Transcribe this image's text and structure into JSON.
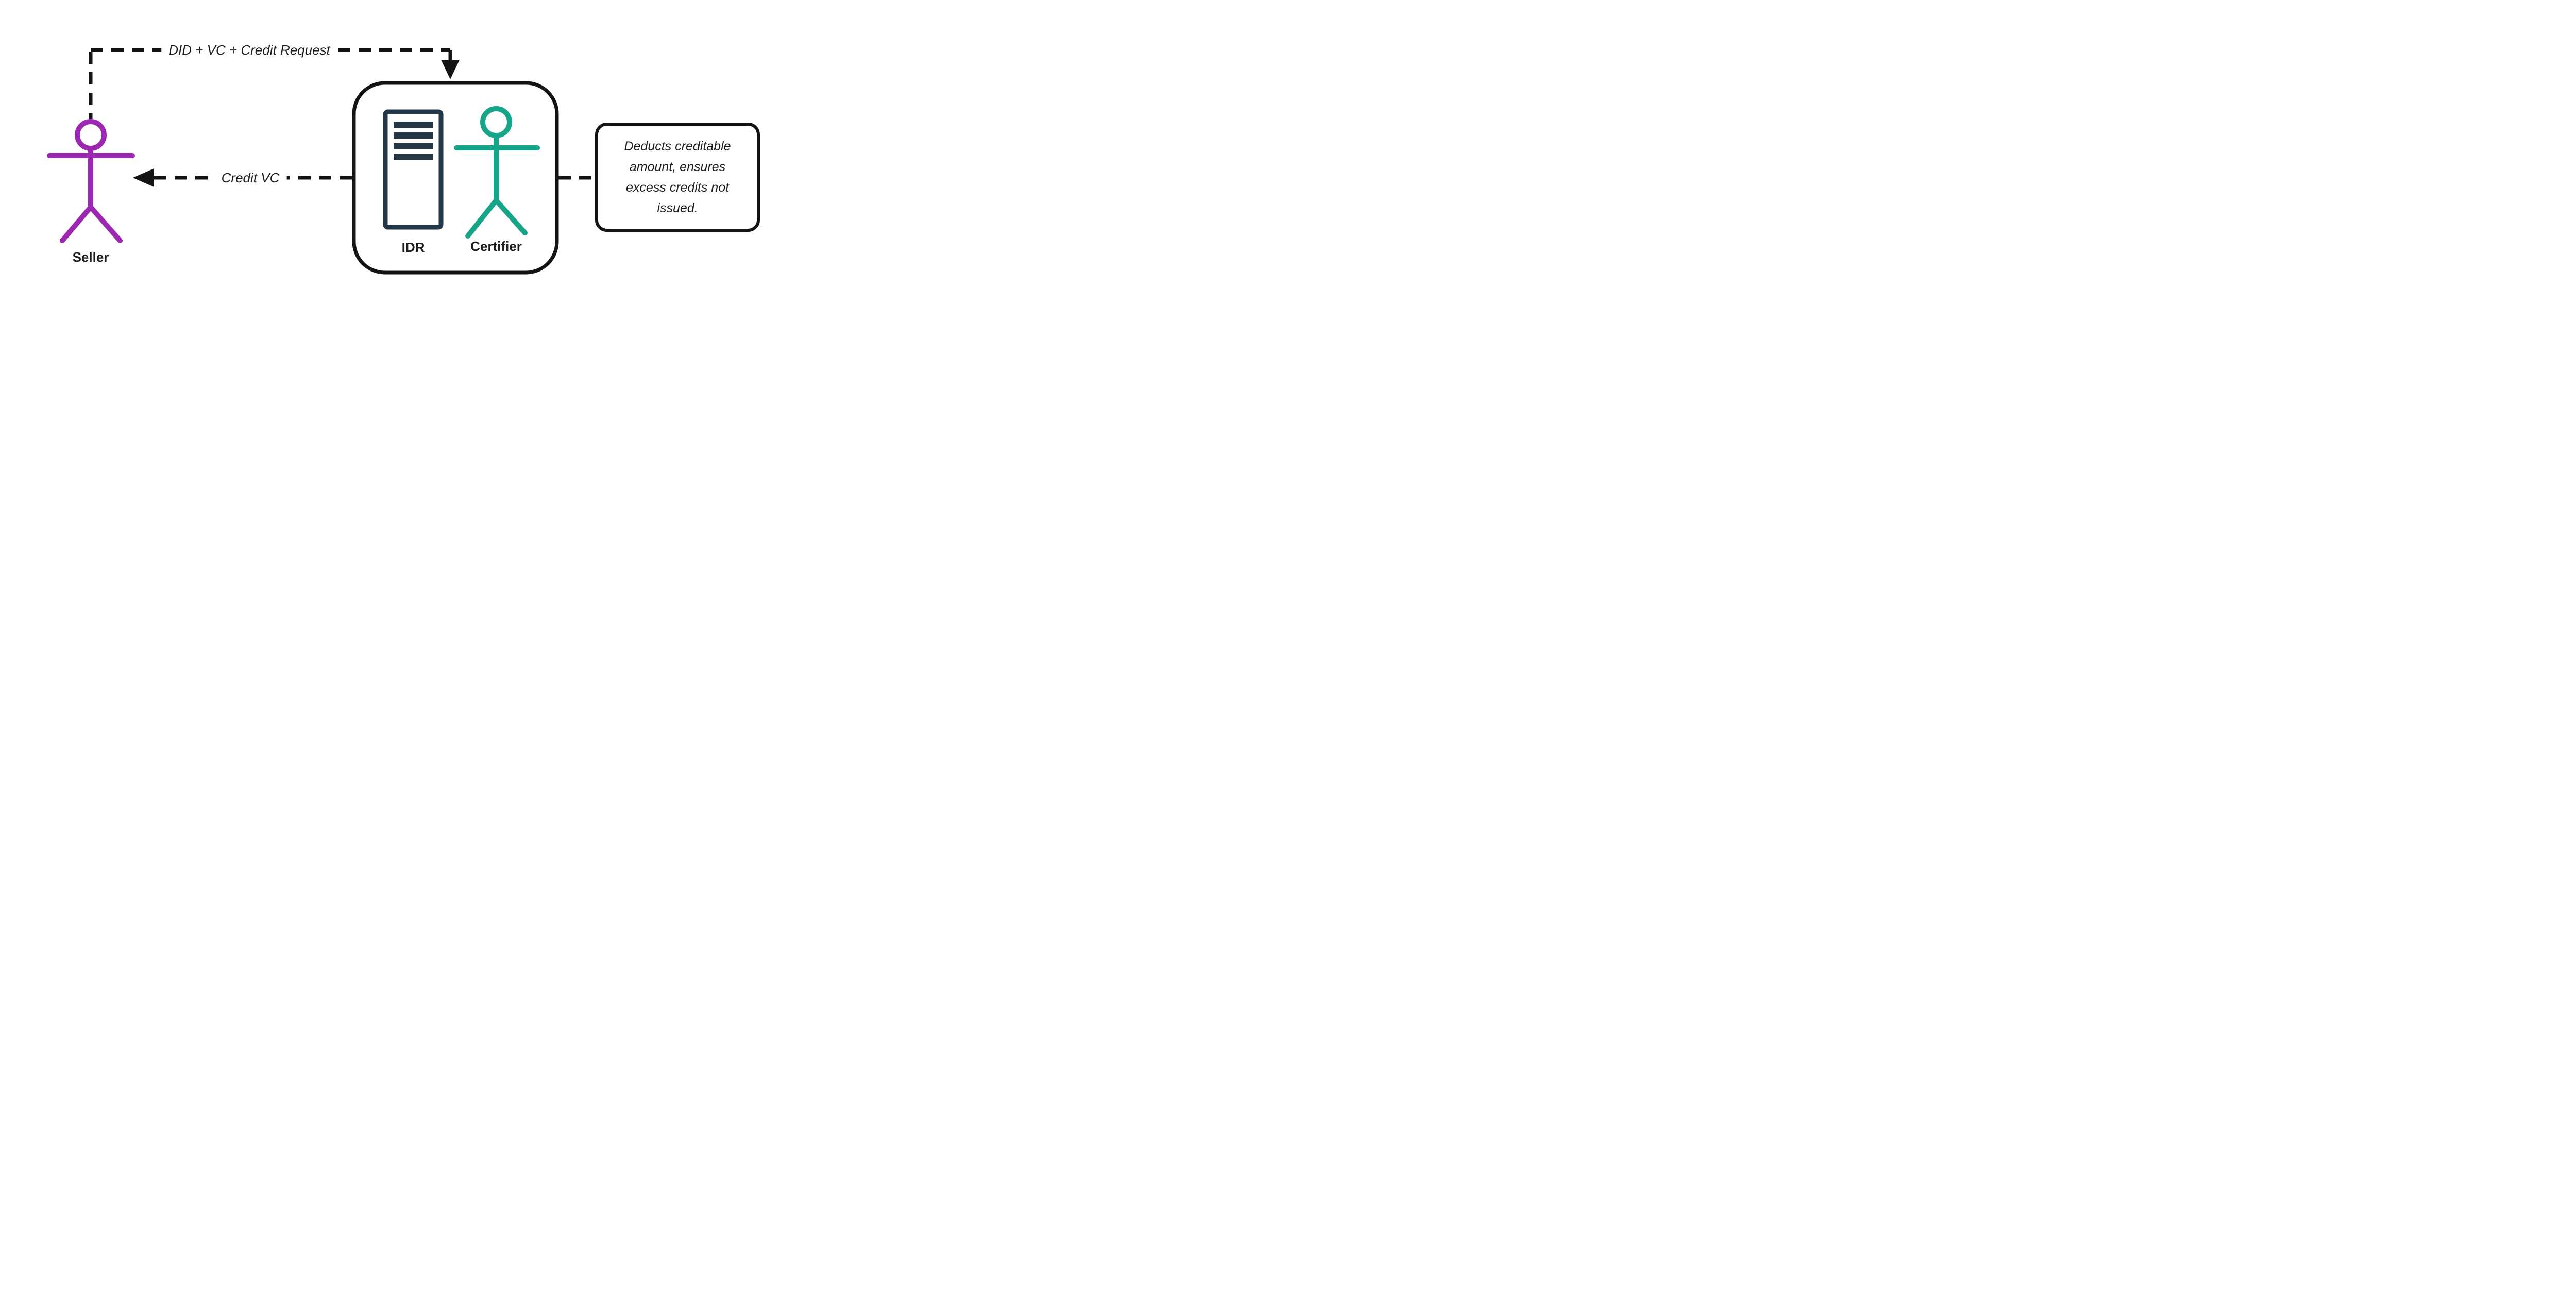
{
  "colors": {
    "seller": "#9C27B0",
    "certifier": "#17A589",
    "idr": "#243746",
    "line": "#141414"
  },
  "nodes": {
    "seller": {
      "label": "Seller"
    },
    "idr": {
      "label": "IDR"
    },
    "certifier": {
      "label": "Certifier"
    }
  },
  "edges": {
    "request": {
      "label": "DID + VC + Credit Request"
    },
    "credit": {
      "label": "Credit VC"
    }
  },
  "note": {
    "text": "Deducts creditable amount, ensures excess credits not issued."
  }
}
